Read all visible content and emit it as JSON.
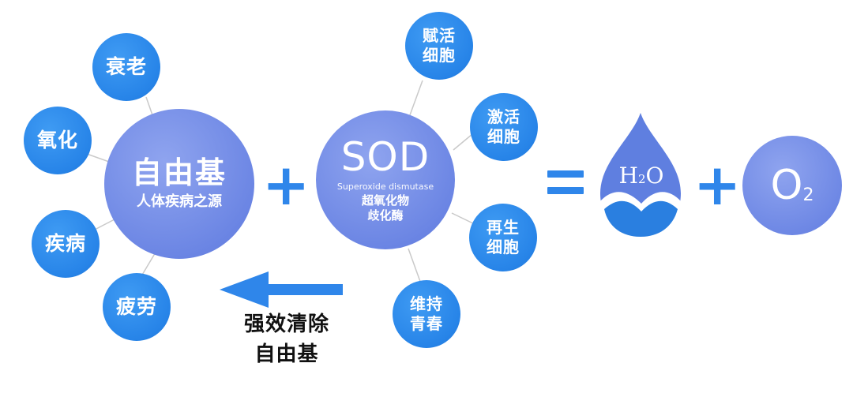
{
  "free_radical": {
    "title": "自由基",
    "subtitle": "人体疾病之源"
  },
  "free_radical_effects": [
    "衰老",
    "氧化",
    "疾病",
    "疲劳"
  ],
  "sod": {
    "title": "SOD",
    "english": "Superoxide dismutase",
    "chinese_line1": "超氧化物",
    "chinese_line2": "歧化酶"
  },
  "sod_benefits": [
    {
      "line1": "赋活",
      "line2": "细胞"
    },
    {
      "line1": "激活",
      "line2": "细胞"
    },
    {
      "line1": "再生",
      "line2": "细胞"
    },
    {
      "line1": "维持",
      "line2": "青春"
    }
  ],
  "operators": {
    "plus": "+",
    "equals": "="
  },
  "products": {
    "water": {
      "symbol": "H",
      "sub": "2",
      "tail": "O"
    },
    "oxygen": {
      "symbol": "O",
      "sub": "2"
    }
  },
  "caption": {
    "line1": "强效清除",
    "line2": "自由基"
  },
  "colors": {
    "accent_blue": "#2784e8",
    "main_purple_blue": "#6c86e4",
    "link_gray": "#c9c9c9"
  }
}
